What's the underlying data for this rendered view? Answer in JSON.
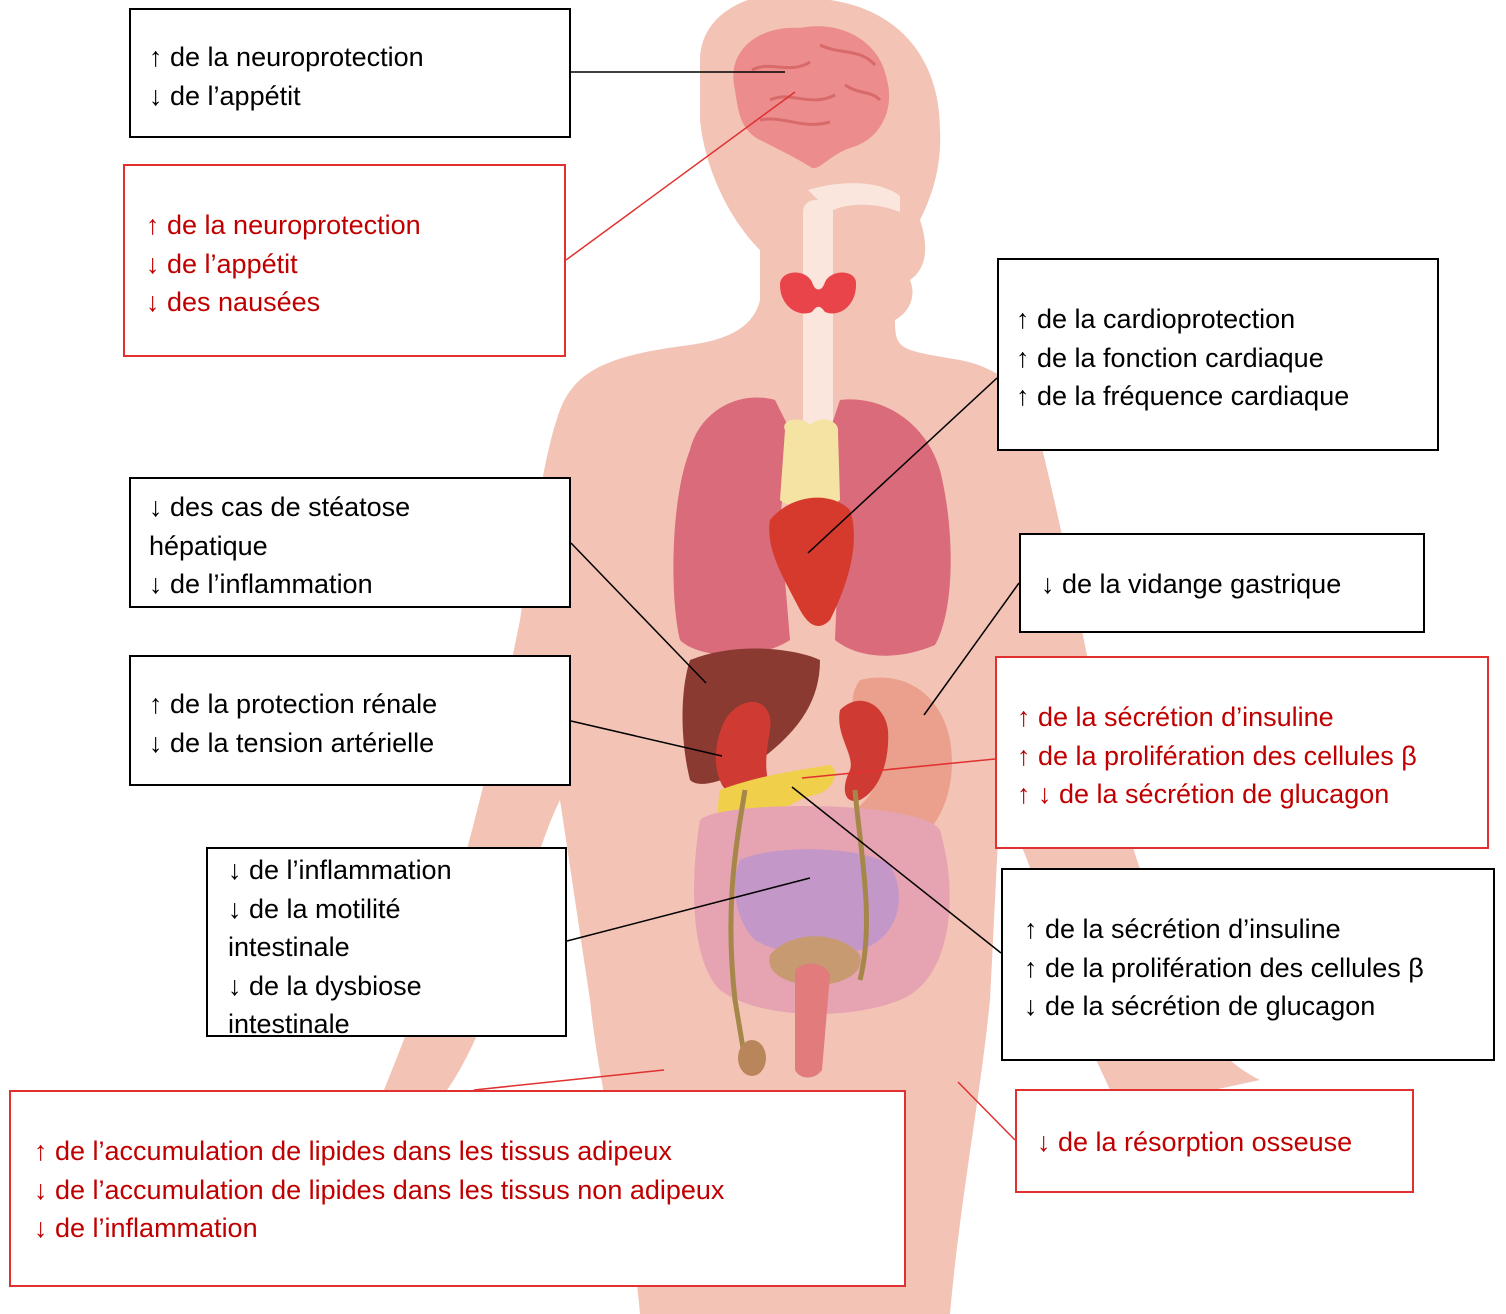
{
  "colors": {
    "black_text": "#000000",
    "red_text": "#c00000",
    "red_border": "#e03030",
    "skin": "#f3c3b6"
  },
  "boxes": {
    "brain_black": {
      "lines": [
        "↑ de la neuroprotection",
        "↓ de l’appétit"
      ]
    },
    "brain_red": {
      "lines": [
        "↑ de la neuroprotection",
        "↓ de l’appétit",
        "↓ des nausées"
      ]
    },
    "heart": {
      "lines": [
        "↑ de la cardioprotection",
        "↑ de la fonction cardiaque",
        "↑ de la fréquence cardiaque"
      ]
    },
    "liver": {
      "lines": [
        "↓ des cas de stéatose hépatique",
        "↓ de l’inflammation"
      ]
    },
    "stomach": {
      "lines": [
        "↓ de la vidange gastrique"
      ]
    },
    "kidney": {
      "lines": [
        "↑ de la protection rénale",
        "↓ de la tension artérielle"
      ]
    },
    "pancreas_red": {
      "lines": [
        "↑ de la sécrétion d’insuline",
        "↑ de la prolifération des cellules β",
        "↑ ↓ de la sécrétion de glucagon"
      ]
    },
    "intestine": {
      "lines": [
        "↓ de l’inflammation",
        "↓ de la motilité intestinale",
        "↓ de la dysbiose intestinale"
      ]
    },
    "pancreas_black": {
      "lines": [
        "↑ de la sécrétion d’insuline",
        "↑ de la prolifération des cellules β",
        "↓ de la sécrétion de glucagon"
      ]
    },
    "adipose": {
      "lines": [
        "↑ de l’accumulation de lipides dans les tissus adipeux",
        "↓ de l’accumulation de lipides dans les tissus non adipeux",
        "↓ de l’inflammation"
      ]
    },
    "bone": {
      "lines": [
        "↓ de la résorption osseuse"
      ]
    }
  }
}
